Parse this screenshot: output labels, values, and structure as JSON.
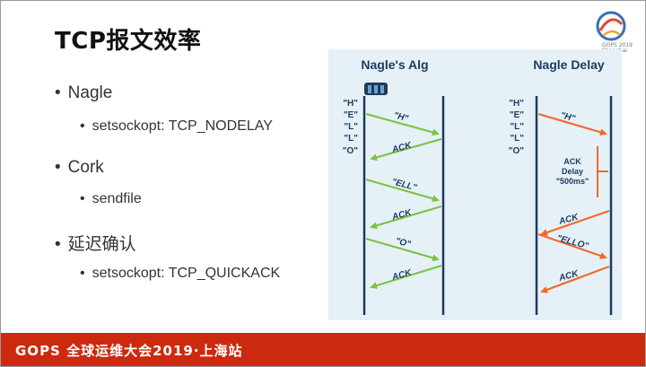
{
  "slide": {
    "title": "TCP报文效率",
    "bullets": [
      {
        "level": 1,
        "text": "Nagle"
      },
      {
        "level": 2,
        "text": "setsockopt: TCP_NODELAY"
      },
      {
        "level": 1,
        "text": "Cork"
      },
      {
        "level": 2,
        "text": "sendfile"
      },
      {
        "level": 1,
        "text": "延迟确认"
      },
      {
        "level": 2,
        "text": "setsockopt: TCP_QUICKACK"
      }
    ],
    "footer": "GOPS 全球运维大会2019·上海站",
    "logo": {
      "line1": "GOPS 2019",
      "line2": "Shanghai"
    }
  },
  "diagram": {
    "left_title": "Nagle's Alg",
    "right_title": "Nagle Delay",
    "char_labels": [
      "\"H\"",
      "\"E\"",
      "\"L\"",
      "\"L\"",
      "\"O\""
    ],
    "left_arrows": [
      "\"H\"",
      "ACK",
      "\"ELL\"",
      "ACK",
      "\"O\"",
      "ACK"
    ],
    "right_arrows": [
      "\"H\"",
      "ACK",
      "\"ELLO\"",
      "ACK"
    ],
    "delay_label": [
      "ACK",
      "Delay",
      "\"500ms\""
    ],
    "colors": {
      "green": "#7dc242",
      "orange": "#f26a2a",
      "navy": "#1d3a5f",
      "panel": "#e5f1f7"
    }
  }
}
